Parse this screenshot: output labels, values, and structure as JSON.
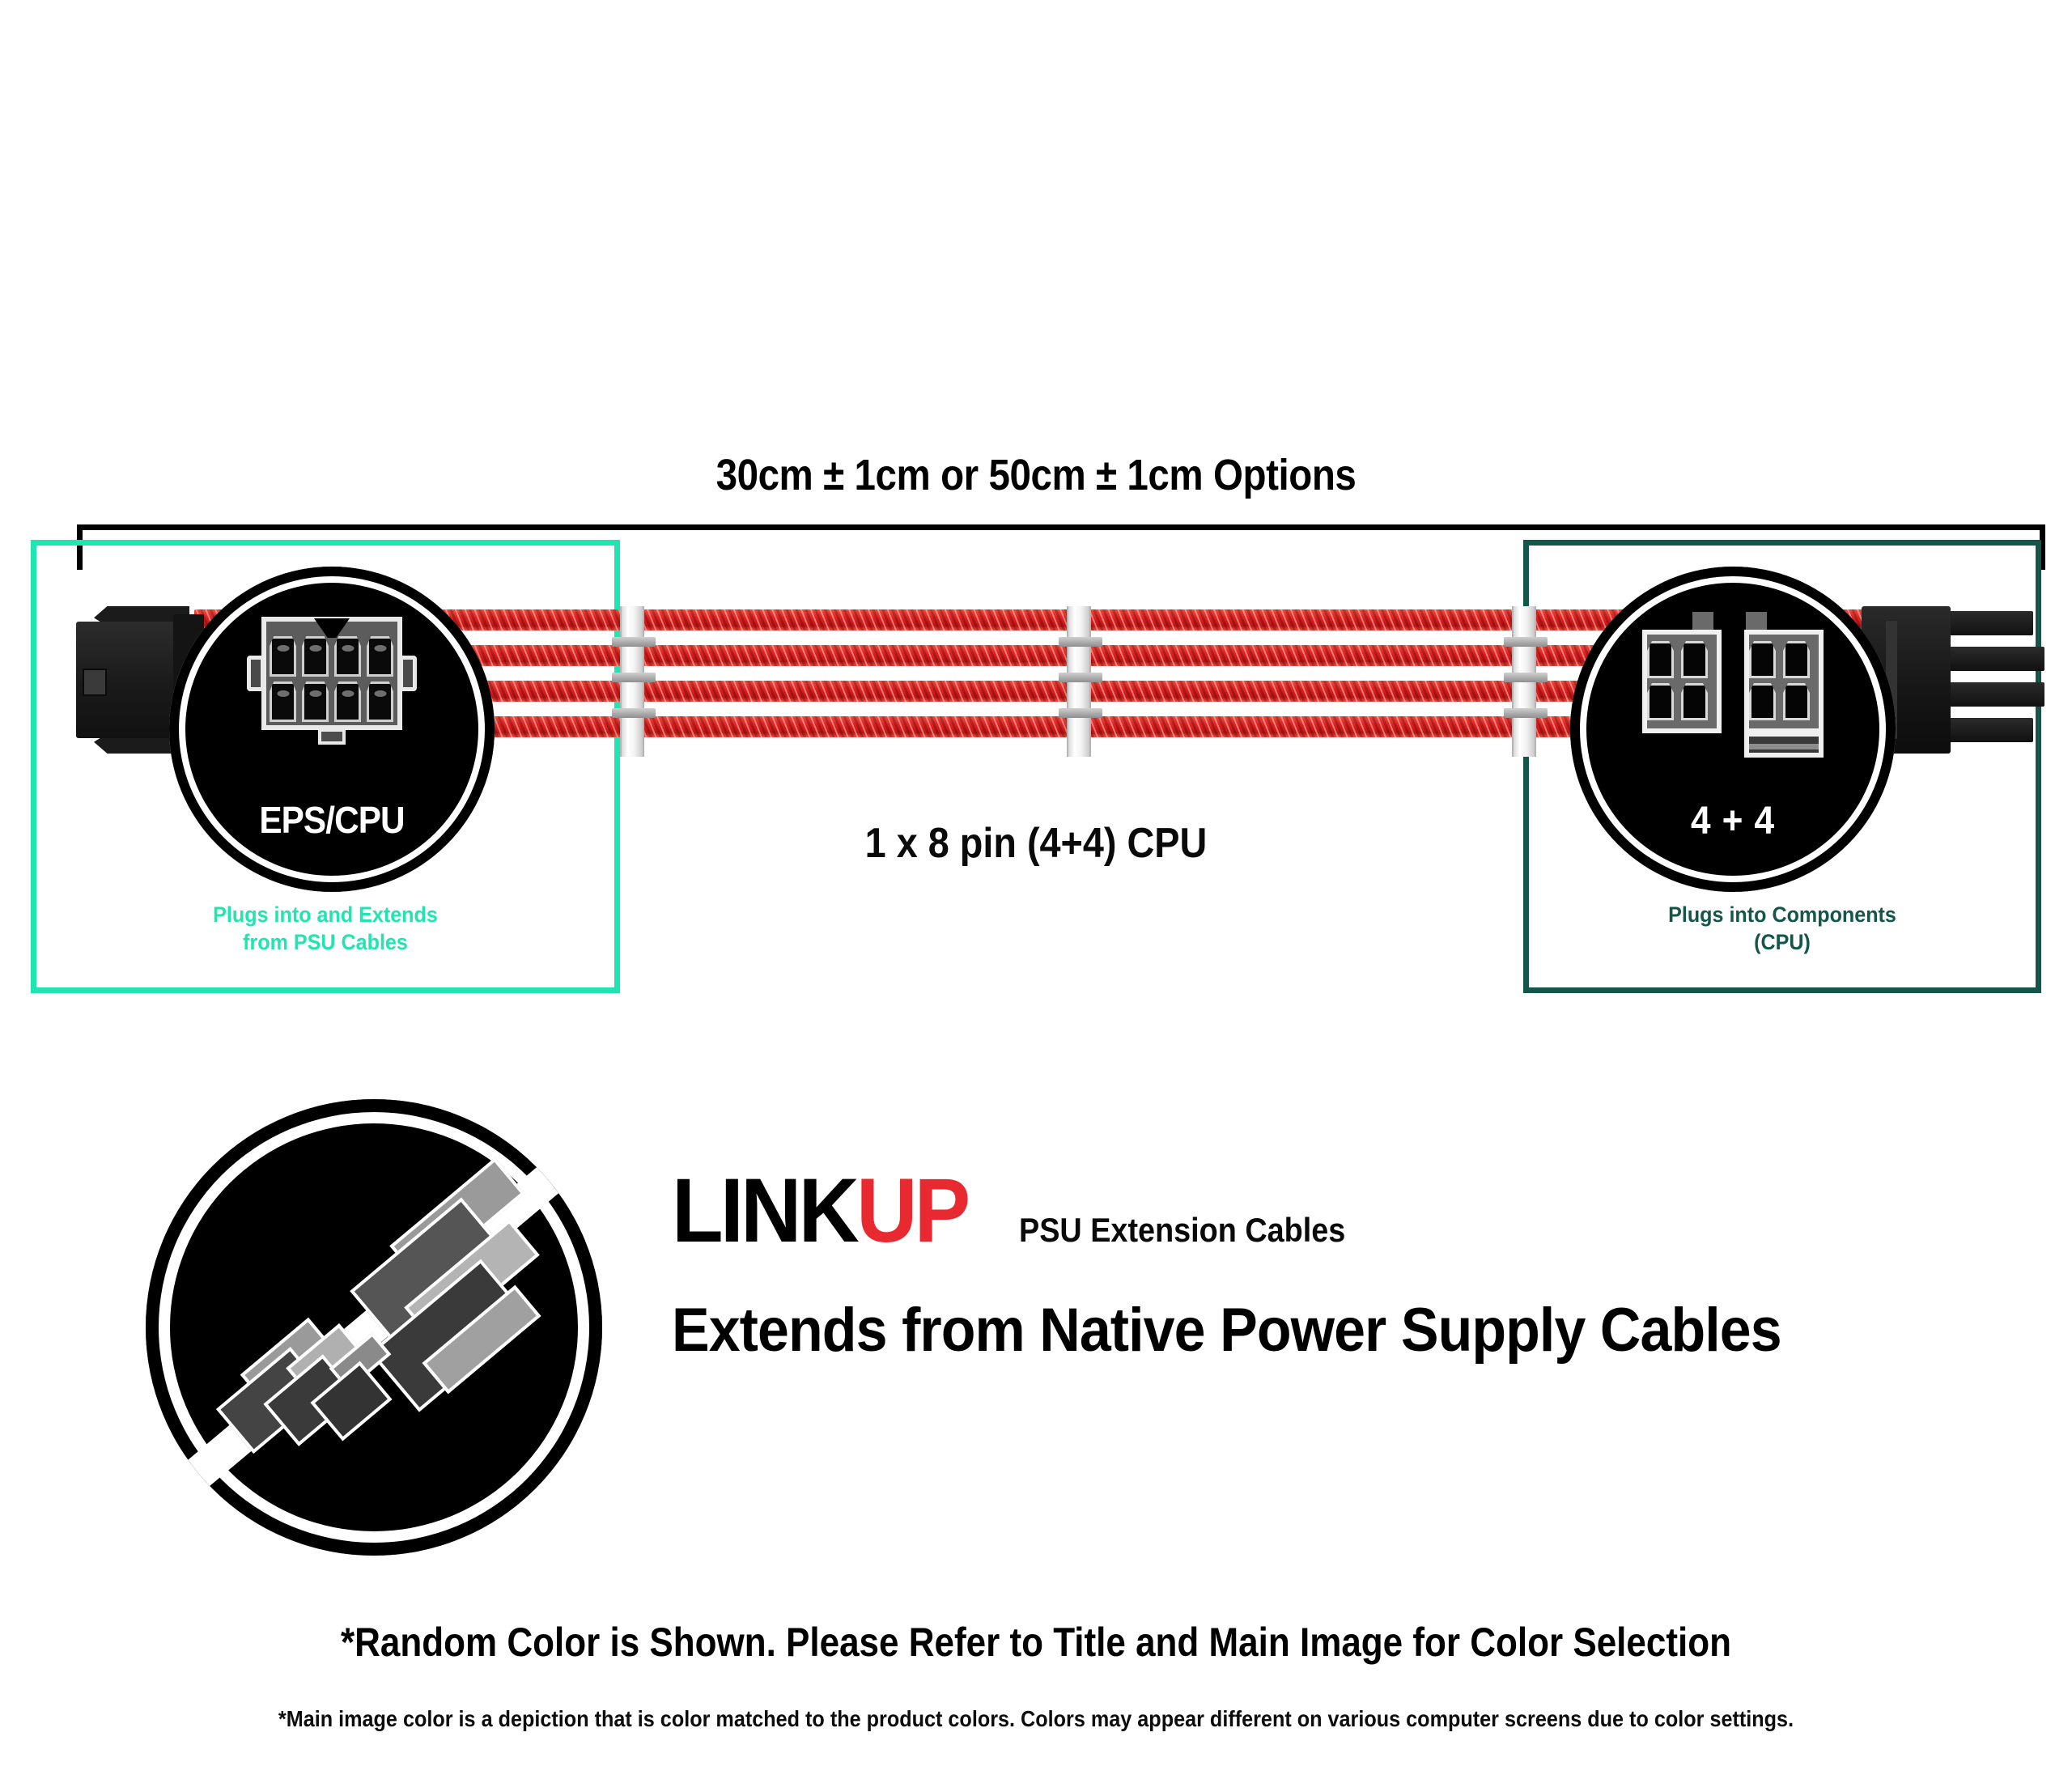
{
  "dimension": {
    "title": "30cm ± 1cm or 50cm ± 1cm Options"
  },
  "center_label": "1 x 8 pin (4+4) CPU",
  "left_callout": {
    "frame_color": "#1FE6B0",
    "badge_label": "EPS/CPU",
    "badge_icon": "eps-8pin-connector-icon",
    "caption_line1": "Plugs into and Extends",
    "caption_line2": "from PSU Cables"
  },
  "right_callout": {
    "frame_color": "#14564A",
    "badge_label": "4 + 4",
    "badge_icon": "split-4plus4-connector-icon",
    "caption_line1": "Plugs into Components",
    "caption_line2": "(CPU)"
  },
  "cable": {
    "strand_count": 4,
    "sleeve_color": "#E02222",
    "comb_color": "#F2F2F2",
    "left_connector_icon": "female-psu-connector-icon",
    "right_connector_icon": "male-cpu-plug-icon"
  },
  "brand": {
    "icon": "extension-cable-circle-icon",
    "logo_link": "LINK",
    "logo_up": "UP",
    "logo_up_color": "#E8292F",
    "tagline": "PSU Extension Cables",
    "headline": "Extends from Native Power Supply Cables"
  },
  "footer": {
    "note_primary": "*Random Color is Shown. Please Refer to Title and Main Image for Color Selection",
    "note_secondary": "*Main image color is a depiction that is color matched to the product colors. Colors may appear different on various computer screens due to color settings."
  }
}
